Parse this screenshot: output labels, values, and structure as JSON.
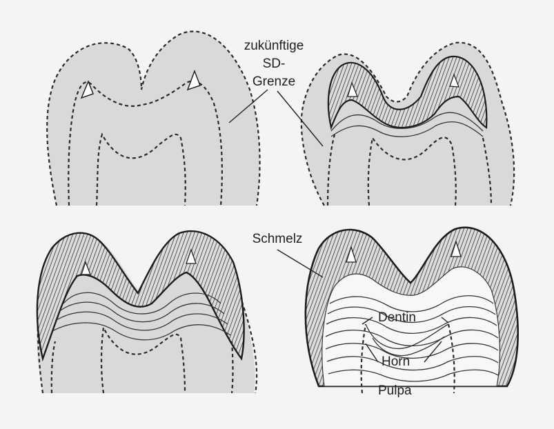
{
  "labels": {
    "future_boundary": [
      "zukünftige",
      "SD-",
      "Grenze"
    ],
    "enamel": "Schmelz",
    "dentin": "Dentin",
    "horn": "Horn",
    "pulp": "Pulpa"
  },
  "colors": {
    "background": "#f4f4f2",
    "tissue_shade": "#d9d9d9",
    "line": "#1c1c1c"
  }
}
